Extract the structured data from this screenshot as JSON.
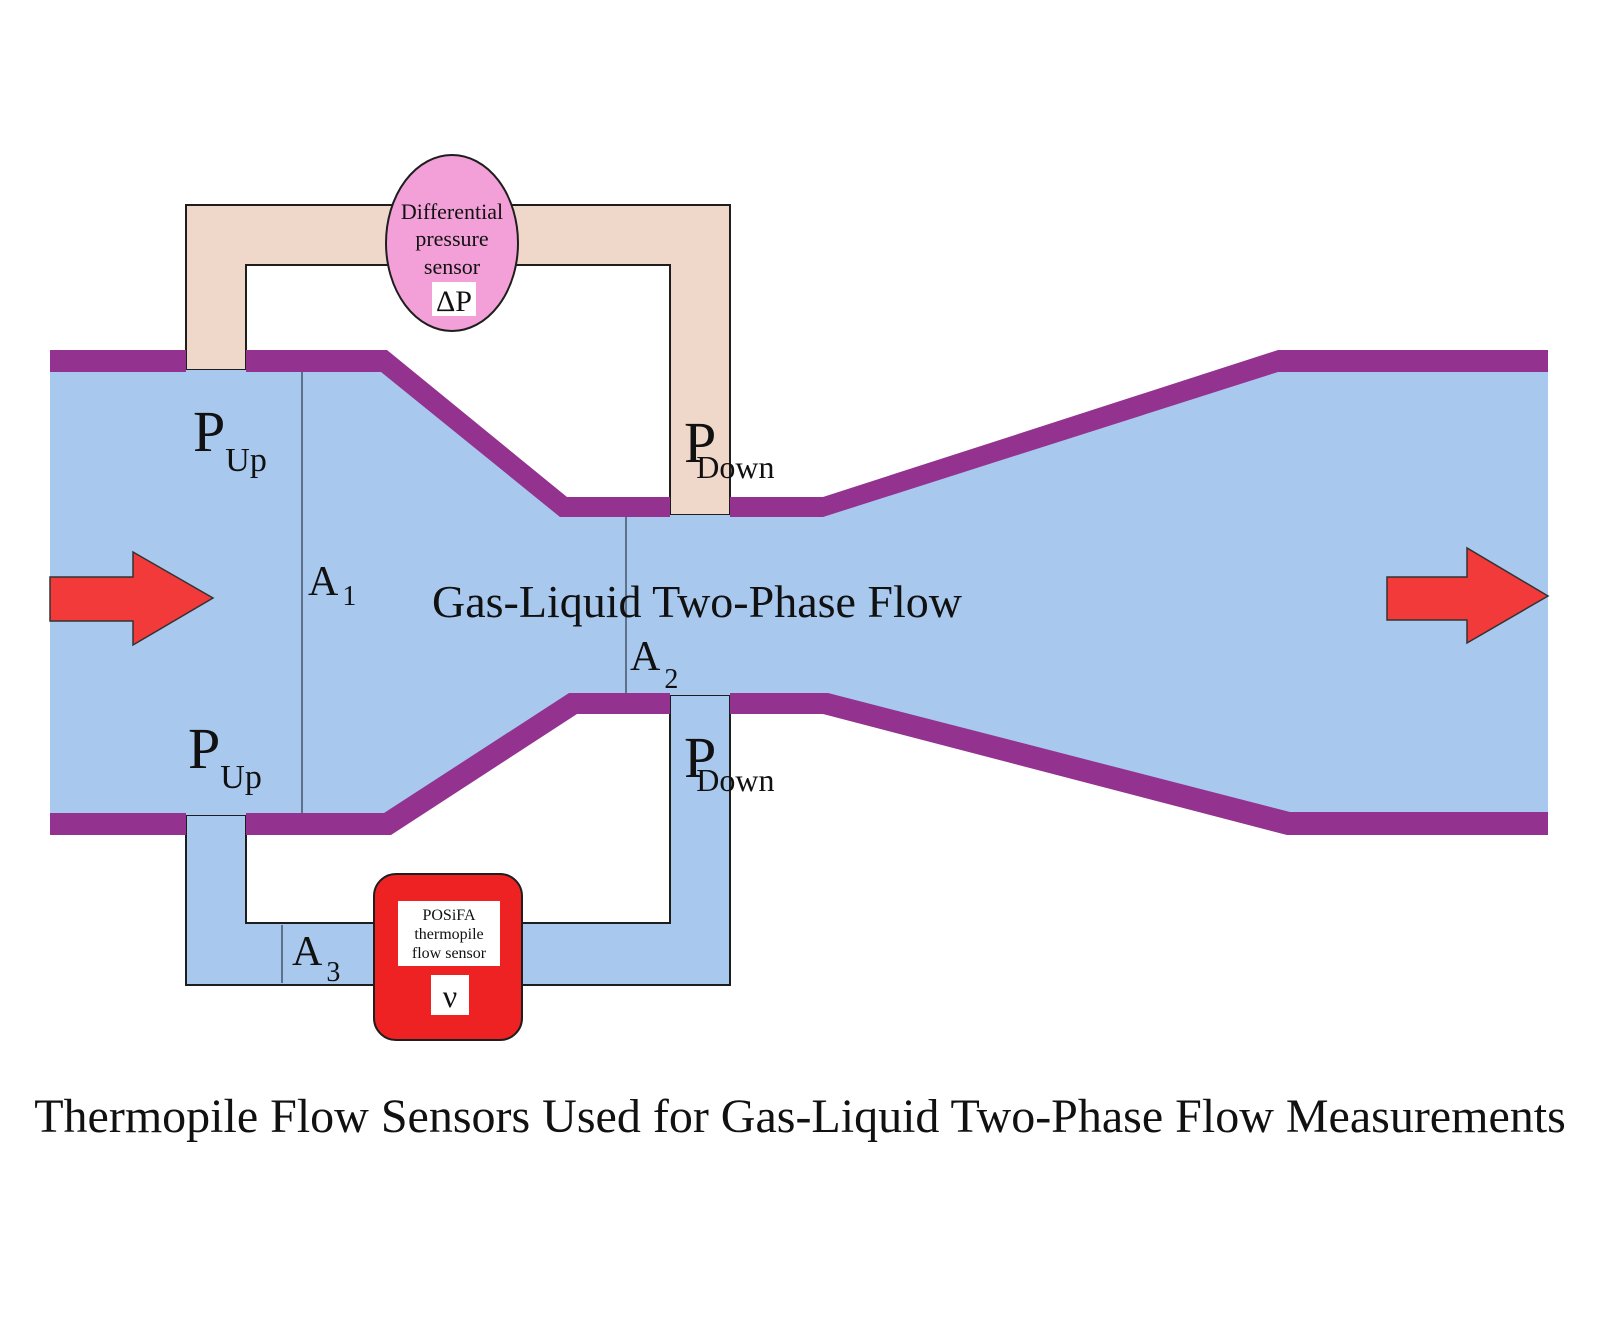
{
  "colors": {
    "fluid": "#a8c8ee",
    "pipe_wall": "#93328f",
    "bypass_tube": "#efd7c9",
    "dp_sensor": "#f4a0d8",
    "flow_sensor": "#ee2222",
    "arrow": "#f23a3a",
    "outline": "#1e1e1e"
  },
  "labels": {
    "p_up": "P",
    "p_up_sub": "Up",
    "p_down": "P",
    "p_down_sub": "Down",
    "a": "A",
    "a1_sub": "1",
    "a2_sub": "2",
    "a3_sub": "3",
    "flow_label": "Gas-Liquid Two-Phase Flow"
  },
  "dp_sensor": {
    "line1": "Differential",
    "line2": "pressure",
    "line3": "sensor",
    "symbol": "ΔP"
  },
  "flow_sensor": {
    "line1": "POSiFA",
    "line2": "thermopile",
    "line3": "flow sensor",
    "symbol": "ν"
  },
  "caption": "Thermopile Flow Sensors Used for Gas-Liquid Two-Phase Flow Measurements",
  "icons": [
    "inlet-arrow-icon",
    "outlet-arrow-icon"
  ]
}
